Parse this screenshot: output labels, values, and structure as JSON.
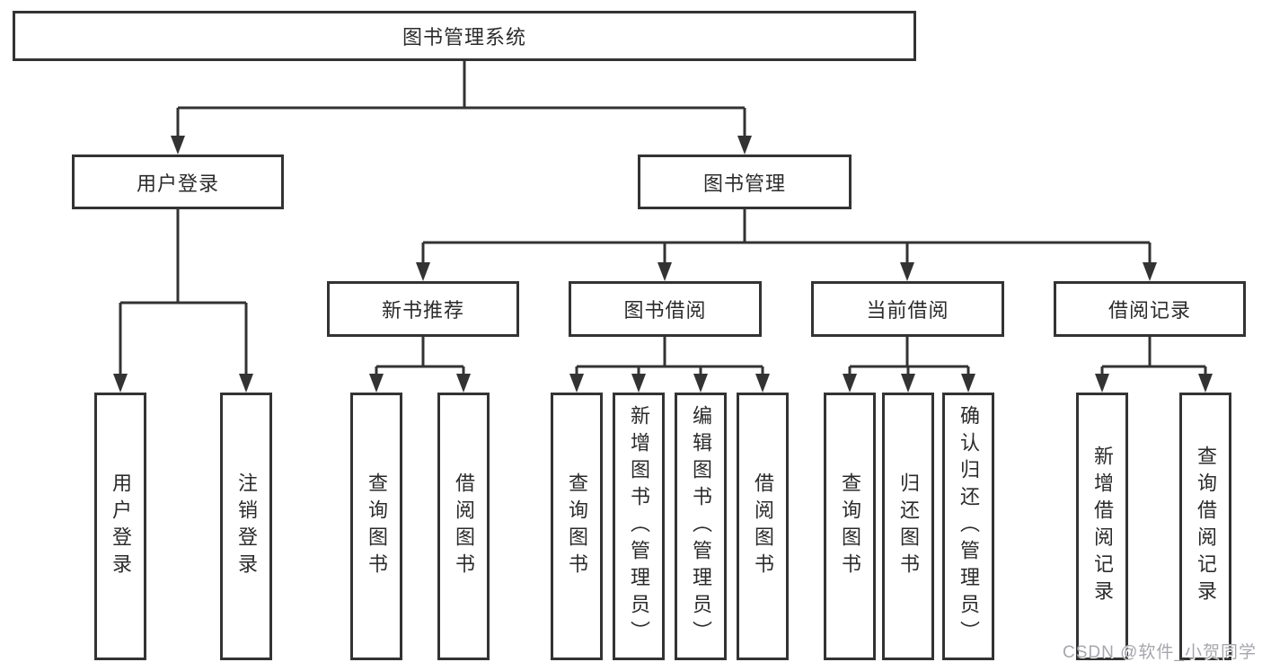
{
  "root": {
    "label": "图书管理系统"
  },
  "tree": {
    "user_login": {
      "label": "用户登录",
      "children": [
        {
          "label": "用户登录"
        },
        {
          "label": "注销登录"
        }
      ]
    },
    "book_mgmt": {
      "label": "图书管理",
      "children": [
        {
          "label": "新书推荐",
          "children": [
            {
              "label": "查询图书"
            },
            {
              "label": "借阅图书"
            }
          ]
        },
        {
          "label": "图书借阅",
          "children": [
            {
              "label": "查询图书"
            },
            {
              "label": "新增图书（管理员）"
            },
            {
              "label": "编辑图书（管理员）"
            },
            {
              "label": "借阅图书"
            }
          ]
        },
        {
          "label": "当前借阅",
          "children": [
            {
              "label": "查询图书"
            },
            {
              "label": "归还图书"
            },
            {
              "label": "确认归还（管理员）"
            }
          ]
        },
        {
          "label": "借阅记录",
          "children": [
            {
              "label": "新增借阅记录"
            },
            {
              "label": "查询借阅记录"
            }
          ]
        }
      ]
    }
  },
  "watermark": "CSDN @软件_小贺同学",
  "colors": {
    "line": "#333333",
    "box_border": "#333333",
    "text": "#2b2b2b",
    "background": "#ffffff",
    "watermark": "#a6a6ae"
  }
}
